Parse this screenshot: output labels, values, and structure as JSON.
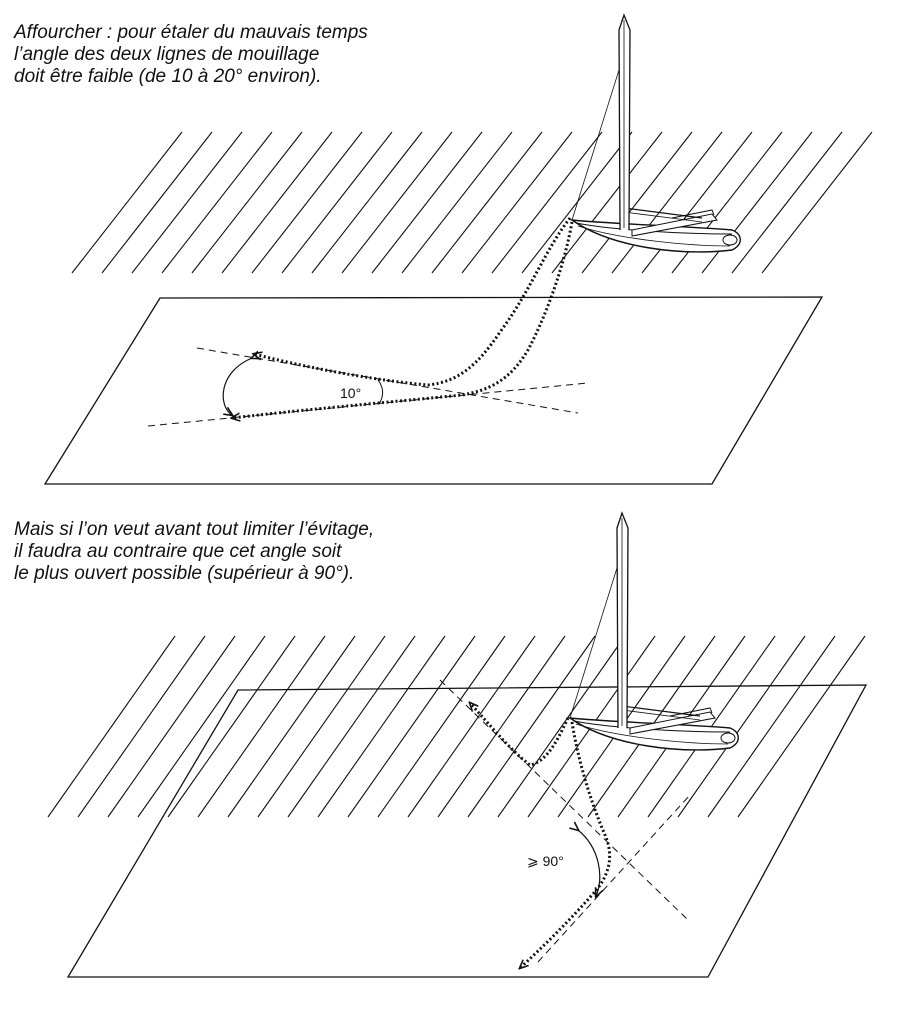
{
  "top": {
    "caption_lines": [
      "Affourcher : pour étaler du mauvais temps",
      "l’angle des deux lignes de mouillage",
      "doit être faible (de 10 à 20° environ)."
    ],
    "angle_label": "10°"
  },
  "bottom": {
    "caption_lines": [
      "Mais si l’on veut avant tout limiter l’évitage,",
      "il faudra au contraire que cet angle soit",
      "le plus ouvert possible (supérieur à 90°)."
    ],
    "angle_label": "⩾ 90°"
  },
  "colors": {
    "ink": "#111111",
    "paper": "#ffffff"
  }
}
